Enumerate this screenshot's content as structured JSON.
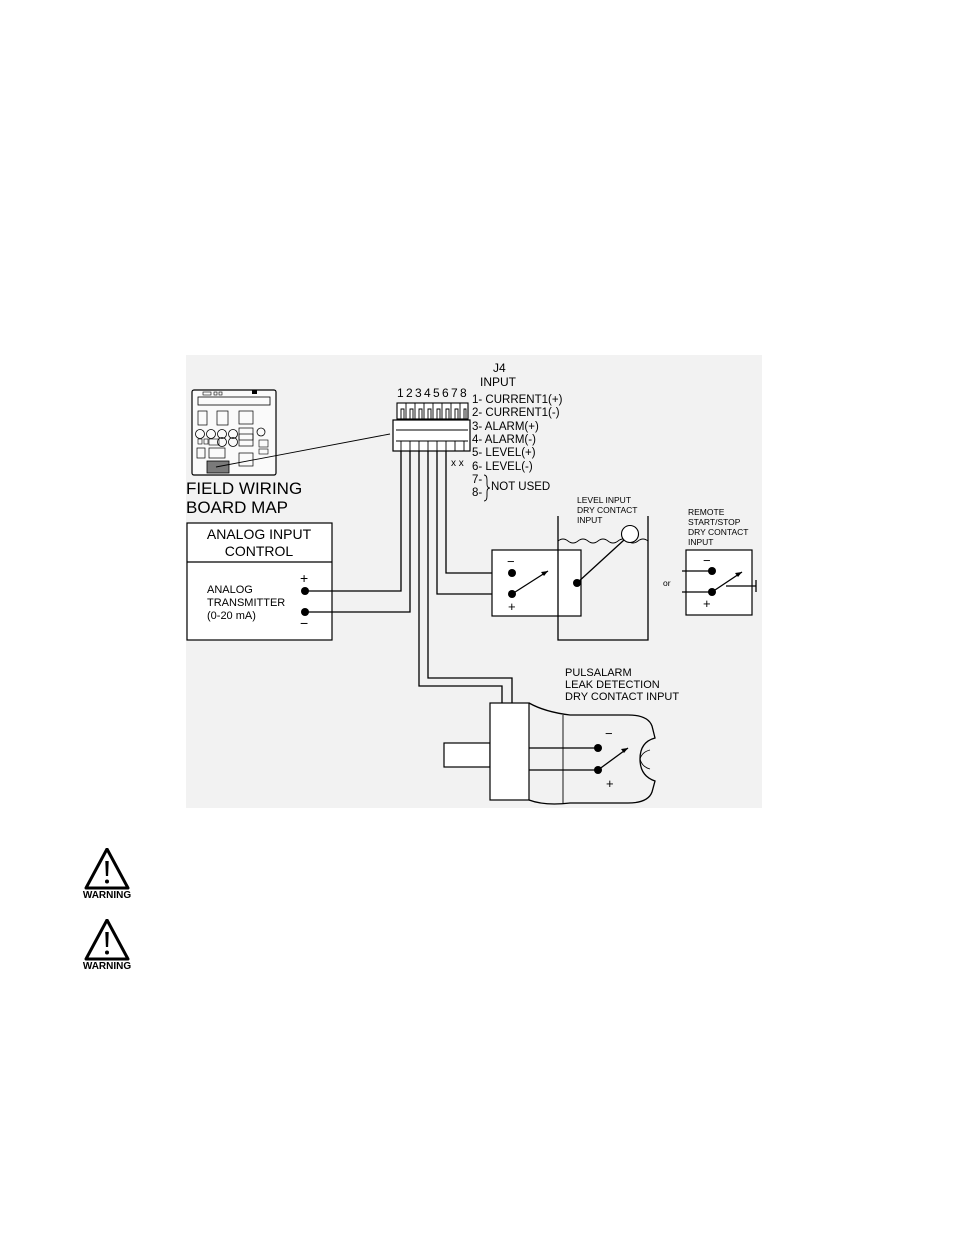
{
  "connector": {
    "name": "J4",
    "type": "INPUT",
    "pin_numbers": [
      "1",
      "2",
      "3",
      "4",
      "5",
      "6",
      "7",
      "8"
    ],
    "pins": [
      "1- CURRENT1(+)",
      "2- CURRENT1(-)",
      "3- ALARM(+)",
      "4- ALARM(-)",
      "5- LEVEL(+)",
      "6- LEVEL(-)",
      "7-",
      "8-"
    ],
    "not_used": "NOT USED",
    "unused_marks": "x x"
  },
  "board_map": {
    "line1": "FIELD WIRING",
    "line2": "BOARD MAP"
  },
  "analog_box": {
    "title_line1": "ANALOG INPUT",
    "title_line2": "CONTROL",
    "device_line1": "ANALOG",
    "device_line2": "TRANSMITTER",
    "device_line3": "(0-20 mA)",
    "plus": "+",
    "minus": "−"
  },
  "level_input": {
    "line1": "LEVEL INPUT",
    "line2": "DRY CONTACT",
    "line3": "INPUT"
  },
  "remote": {
    "line1": "REMOTE",
    "line2": "START/STOP",
    "line3": "DRY CONTACT",
    "line4": "INPUT"
  },
  "or_label": "or",
  "pulsalarm": {
    "line1": "PULSALARM",
    "line2": "LEAK DETECTION",
    "line3": "DRY CONTACT INPUT"
  },
  "signs": {
    "plus": "+",
    "minus": "−"
  },
  "warnings": [
    {
      "label": "WARNING",
      "icon": "warning-triangle-icon"
    },
    {
      "label": "WARNING",
      "icon": "warning-triangle-icon"
    }
  ]
}
